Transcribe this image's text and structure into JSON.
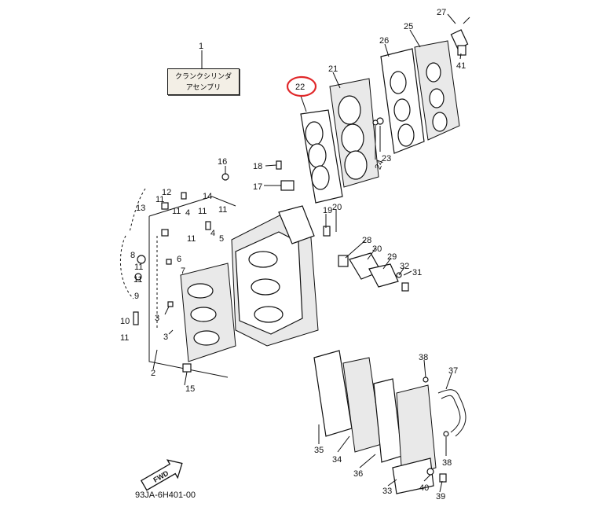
{
  "assembly_box": {
    "line1": "クランクシリンダ",
    "line2": "アセンブリ"
  },
  "drawing_code": "93JA-6H401-00",
  "fwd_label": "FWD",
  "highlight": {
    "part": "22",
    "color": "#e0282a"
  },
  "callouts": [
    "1",
    "2",
    "3",
    "3",
    "4",
    "4",
    "5",
    "6",
    "7",
    "8",
    "9",
    "10",
    "11",
    "11",
    "11",
    "11",
    "11",
    "11",
    "11",
    "11",
    "12",
    "13",
    "14",
    "15",
    "16",
    "17",
    "18",
    "19",
    "20",
    "21",
    "22",
    "23",
    "24",
    "25",
    "26",
    "27",
    "28",
    "29",
    "30",
    "31",
    "32",
    "33",
    "34",
    "35",
    "36",
    "37",
    "38",
    "38",
    "39",
    "40",
    "41"
  ]
}
